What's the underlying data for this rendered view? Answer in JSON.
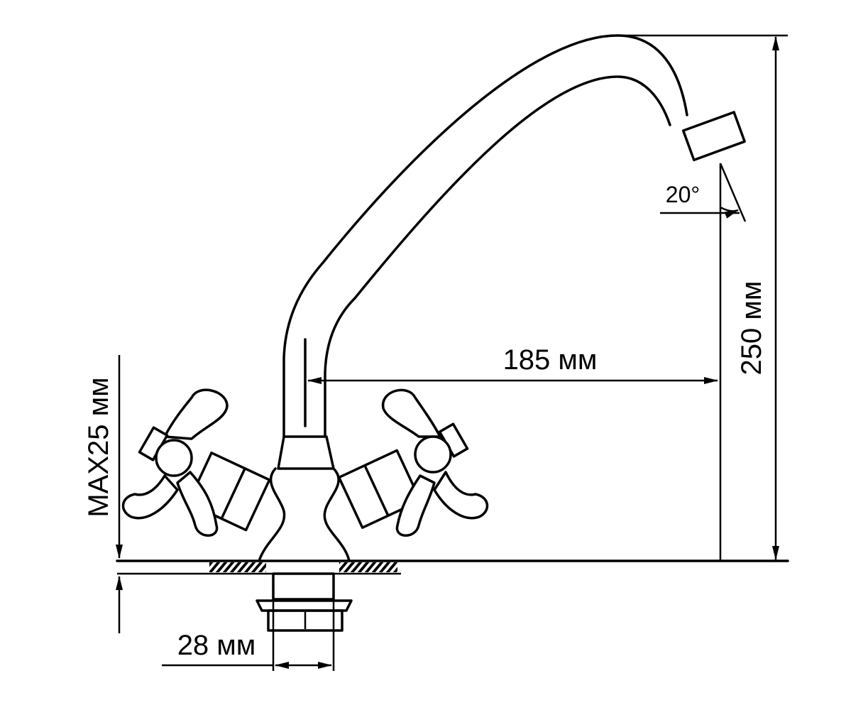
{
  "diagram": {
    "subject": "faucet-dimensions",
    "labels": {
      "reach": "185 мм",
      "height": "250 мм",
      "angle": "20°",
      "max_thickness": "MAX25 мм",
      "hole_diameter": "28 мм"
    },
    "colors": {
      "line": "#000000",
      "background": "#ffffff"
    }
  }
}
